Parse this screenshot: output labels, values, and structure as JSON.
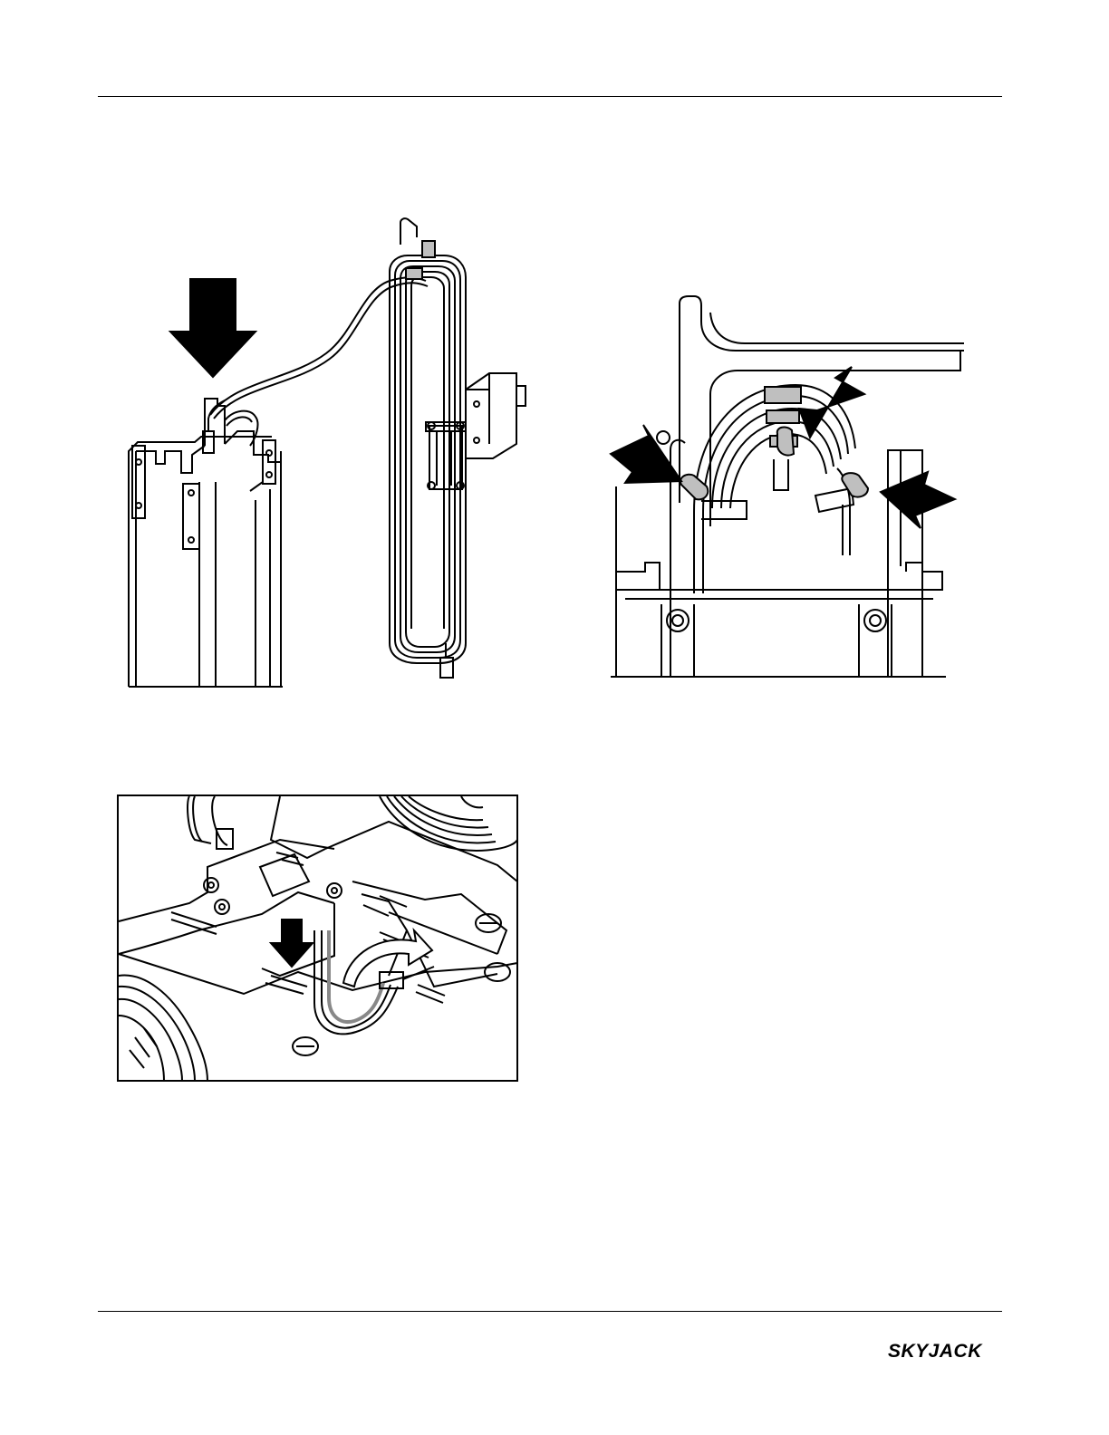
{
  "header": {},
  "figures": [
    {
      "id": "fig1",
      "subject": "mast-with-cable-harness"
    },
    {
      "id": "fig2",
      "subject": "cable-arch-with-clips"
    },
    {
      "id": "fig3",
      "subject": "cable-routed-through-base"
    }
  ],
  "footer": {
    "logo_text": "SKYJACK"
  },
  "colors": {
    "line": "#000000",
    "band": "#bfbfbf",
    "paper": "#ffffff"
  }
}
